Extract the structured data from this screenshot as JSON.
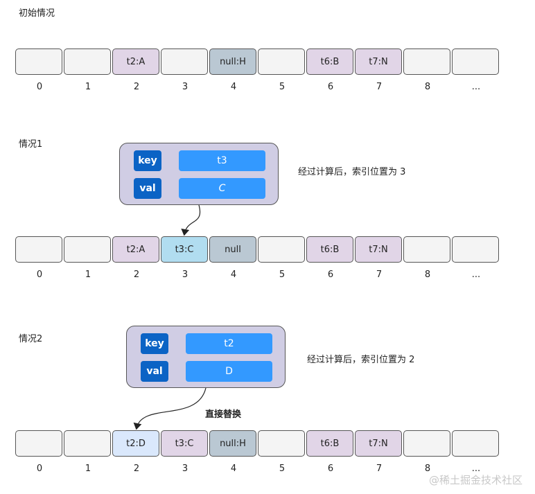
{
  "sections": {
    "initial": {
      "label": "初始情况"
    },
    "case1": {
      "label": "情况1"
    },
    "case2": {
      "label": "情况2"
    }
  },
  "indices": [
    "0",
    "1",
    "2",
    "3",
    "4",
    "5",
    "6",
    "7",
    "8",
    "..."
  ],
  "rows": {
    "initial": [
      {
        "text": "",
        "color": "#f4f4f4"
      },
      {
        "text": "",
        "color": "#f4f4f4"
      },
      {
        "text": "t2:A",
        "color": "#e1d5e7",
        "italic_part": "A"
      },
      {
        "text": "",
        "color": "#f4f4f4"
      },
      {
        "text": "null:H",
        "color": "#bac8d3"
      },
      {
        "text": "",
        "color": "#f4f4f4"
      },
      {
        "text": "t6:B",
        "color": "#e1d5e7"
      },
      {
        "text": "t7:N",
        "color": "#e1d5e7"
      },
      {
        "text": "",
        "color": "#f4f4f4"
      },
      {
        "text": "",
        "color": "#f4f4f4"
      }
    ],
    "case1": [
      {
        "text": "",
        "color": "#f4f4f4"
      },
      {
        "text": "",
        "color": "#f4f4f4"
      },
      {
        "text": "t2:A",
        "color": "#e1d5e7"
      },
      {
        "text": "t3:C",
        "color": "#b1ddf0"
      },
      {
        "text": "null",
        "color": "#bac8d3"
      },
      {
        "text": "",
        "color": "#f4f4f4"
      },
      {
        "text": "t6:B",
        "color": "#e1d5e7"
      },
      {
        "text": "t7:N",
        "color": "#e1d5e7"
      },
      {
        "text": "",
        "color": "#f4f4f4"
      },
      {
        "text": "",
        "color": "#f4f4f4"
      }
    ],
    "case2": [
      {
        "text": "",
        "color": "#f4f4f4"
      },
      {
        "text": "",
        "color": "#f4f4f4"
      },
      {
        "text": "t2:D",
        "color": "#dae8fc"
      },
      {
        "text": "t3:C",
        "color": "#e1d5e7"
      },
      {
        "text": "null:H",
        "color": "#bac8d3"
      },
      {
        "text": "",
        "color": "#f4f4f4"
      },
      {
        "text": "t6:B",
        "color": "#e1d5e7"
      },
      {
        "text": "t7:N",
        "color": "#e1d5e7"
      },
      {
        "text": "",
        "color": "#f4f4f4"
      },
      {
        "text": "",
        "color": "#f4f4f4"
      }
    ]
  },
  "case1_kv": {
    "key_label": "key",
    "key_value": "t3",
    "val_label": "val",
    "val_value": "C"
  },
  "case2_kv": {
    "key_label": "key",
    "key_value": "t2",
    "val_label": "val",
    "val_value": "D"
  },
  "notes": {
    "case1": "经过计算后，索引位置为 3",
    "case2": "经过计算后，索引位置为 2",
    "replace": "直接替换"
  },
  "watermark": "@稀土掘金技术社区",
  "colors": {
    "empty": "#f4f4f4",
    "purple": "#e1d5e7",
    "gray_blue": "#bac8d3",
    "light_blue": "#b1ddf0",
    "pale_blue": "#dae8fc",
    "kv_box_bg": "#d0cde4",
    "key_blue": "#0b63c5",
    "val_blue": "#3399ff"
  }
}
